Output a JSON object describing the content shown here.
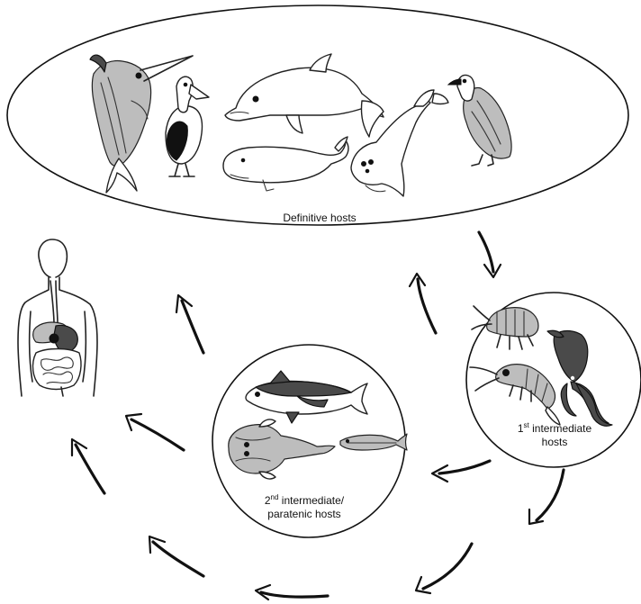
{
  "definitive": {
    "label": "Definitive hosts",
    "icons": [
      "swordfish-icon",
      "pelican-icon",
      "dolphin-icon",
      "sperm-whale-icon",
      "seal-icon",
      "cormorant-icon"
    ]
  },
  "first_intermediate": {
    "sup": "st",
    "line1_rest": " intermediate",
    "line2": "hosts",
    "line1_prefix": "1",
    "icons": [
      "amphipod-icon",
      "shrimp-icon",
      "squid-icon"
    ]
  },
  "second_intermediate": {
    "line1_prefix": "2",
    "sup": "nd",
    "line1_rest": " intermediate/",
    "line2": "paratenic hosts",
    "icons": [
      "tuna-icon",
      "anglerfish-icon",
      "small-fish-icon"
    ]
  },
  "human": {
    "icon": "human-digestive-system-icon"
  }
}
